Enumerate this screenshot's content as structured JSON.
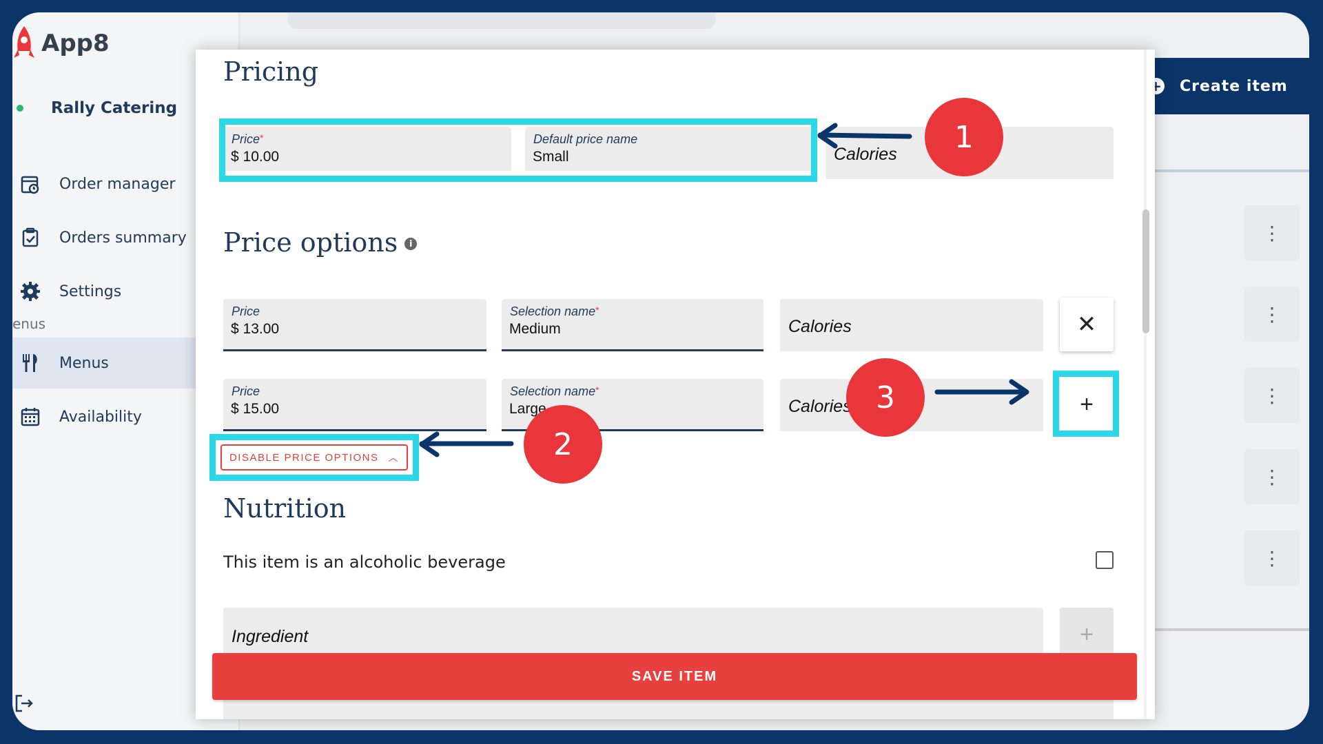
{
  "app": {
    "name": "App8"
  },
  "sidebar": {
    "org_name": "Rally Catering",
    "items": [
      {
        "label": "Order manager",
        "icon": "calendar-clock-icon"
      },
      {
        "label": "Orders summary",
        "icon": "clipboard-check-icon"
      },
      {
        "label": "Settings",
        "icon": "gear-icon"
      },
      {
        "label": "Menus",
        "icon": "fork-knife-icon"
      },
      {
        "label": "Availability",
        "icon": "calendar-grid-icon"
      }
    ],
    "section_label": "enus"
  },
  "header": {
    "create_item": "Create item"
  },
  "modal": {
    "pricing": {
      "title": "Pricing",
      "price_label": "Price",
      "price_value": "$ 10.00",
      "default_name_label": "Default price name",
      "default_name_value": "Small",
      "calories_placeholder": "Calories"
    },
    "price_options": {
      "title": "Price options",
      "rows": [
        {
          "price_label": "Price",
          "price_value": "$ 13.00",
          "name_label": "Selection name",
          "name_value": "Medium",
          "calories": "Calories",
          "action": "✕"
        },
        {
          "price_label": "Price",
          "price_value": "$ 15.00",
          "name_label": "Selection name",
          "name_value": "Large",
          "calories": "Calories",
          "action": "+"
        }
      ],
      "disable_button": "DISABLE PRICE OPTIONS"
    },
    "nutrition": {
      "title": "Nutrition",
      "alcoholic_label": "This item is an alcoholic beverage",
      "ingredient_placeholder": "Ingredient"
    },
    "save_button": "SAVE ITEM"
  },
  "annotations": [
    {
      "number": "1"
    },
    {
      "number": "2"
    },
    {
      "number": "3"
    }
  ],
  "colors": {
    "accent": "#e8403f",
    "navy": "#0b3468",
    "highlight": "#2ad8e8"
  }
}
